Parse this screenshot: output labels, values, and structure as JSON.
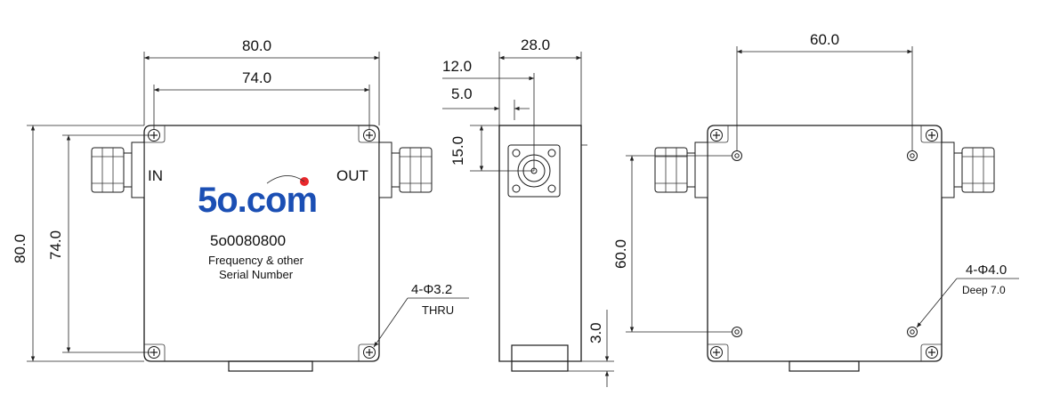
{
  "front": {
    "dim_width_outer": "80.0",
    "dim_width_holes": "74.0",
    "dim_height_outer": "80.0",
    "dim_height_holes": "74.0",
    "port_in": "IN",
    "port_out": "OUT",
    "logo_text": "5o.com",
    "model": "5o0080800",
    "note_line1": "Frequency & other",
    "note_line2": "Serial Number",
    "hole_spec": "4-Φ3.2",
    "hole_type": "THRU"
  },
  "side": {
    "dim_width": "28.0",
    "dim_connector_offset": "12.0",
    "dim_small": "5.0",
    "dim_connector_height": "15.0",
    "dim_foot": "3.0"
  },
  "back": {
    "dim_width_holes": "60.0",
    "dim_height_holes": "60.0",
    "hole_spec": "4-Φ4.0",
    "hole_depth": "Deep 7.0"
  },
  "colors": {
    "logo_blue": "#1b4fb4",
    "logo_dot": "#e8282c"
  }
}
